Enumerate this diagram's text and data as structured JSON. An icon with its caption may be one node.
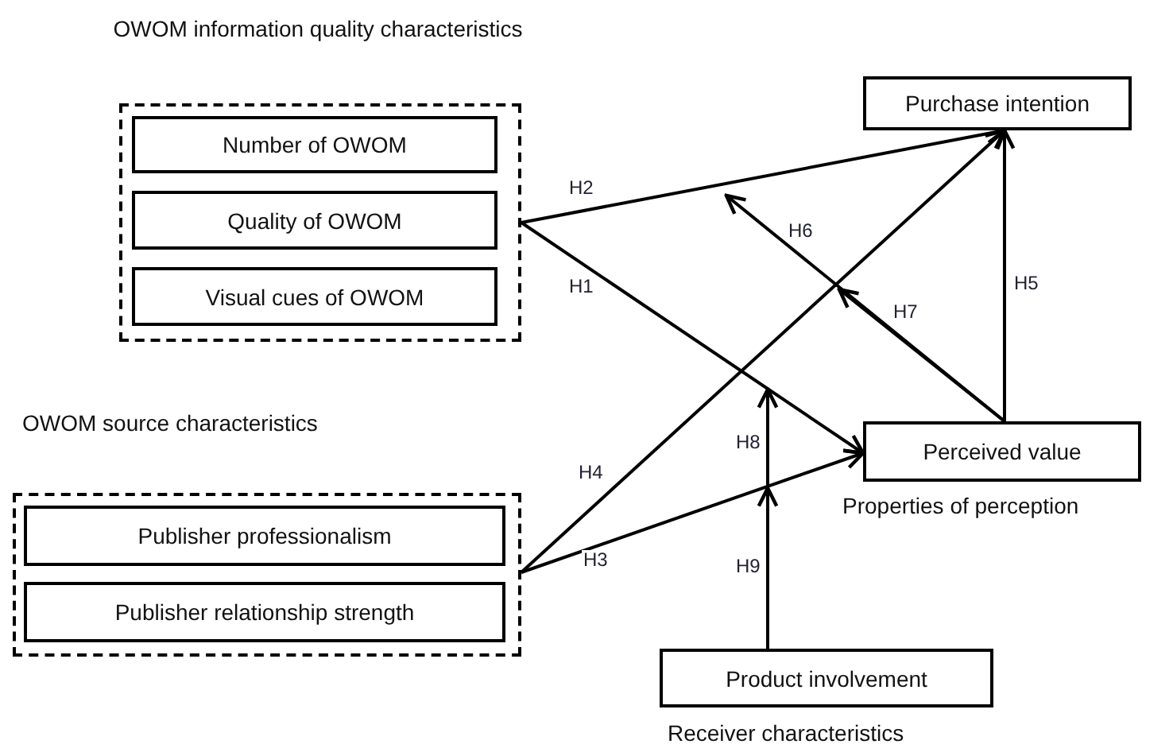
{
  "diagram": {
    "nodes": [
      {
        "text": [
          "OWOM information quality characteristics"
        ]
      },
      {
        "text": [
          "Number of OWOM"
        ],
        "in": 0
      },
      {
        "text": [
          "Quality of OWOM"
        ],
        "in": 0
      },
      {
        "text": [
          "Visual cues of OWOM"
        ],
        "in": 0
      },
      {
        "text": [
          "OWOM source characteristics"
        ]
      },
      {
        "text": [
          "Publisher professionalism"
        ],
        "in": 4
      },
      {
        "text": [
          "Publisher relationship strength"
        ],
        "in": 4
      },
      {
        "text": [
          "Purchase intention"
        ]
      },
      {
        "text": [
          "Perceived value"
        ],
        "beside": [
          "Properties of perception"
        ]
      },
      {
        "text": [
          "Product involvement"
        ],
        "beside": [
          "Receiver characteristics"
        ]
      }
    ],
    "edges": [
      {
        "from": 0,
        "to": 7,
        "arrow": "to",
        "label": "H2"
      },
      {
        "from": 0,
        "to": 8,
        "arrow": "to",
        "label": "H1"
      },
      {
        "from": 4,
        "to": 7,
        "arrow": "to",
        "label": "H4"
      },
      {
        "from": 4,
        "to": 8,
        "arrow": "to",
        "label": "H3"
      },
      {
        "from": 8,
        "to": 7,
        "arrow": "to",
        "label": "H5"
      },
      {
        "from": 8,
        "to": null,
        "arrow": "to",
        "label": "H6"
      },
      {
        "from": 8,
        "to": null,
        "arrow": "to",
        "label": "H7"
      },
      {
        "from": 9,
        "to": null,
        "arrow": "to",
        "label": "H8"
      },
      {
        "from": 9,
        "to": null,
        "arrow": "to",
        "label": "H9"
      }
    ]
  }
}
